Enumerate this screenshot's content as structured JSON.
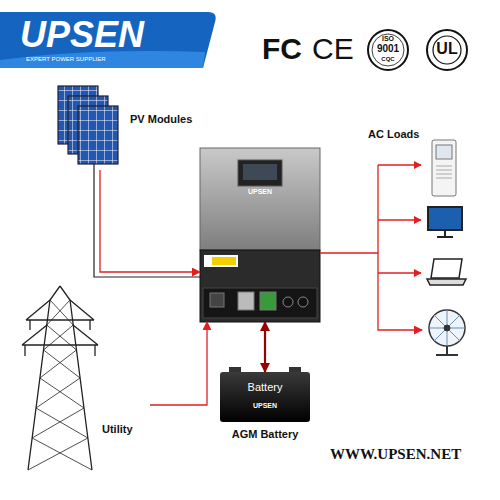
{
  "diagram": {
    "nodes": [
      {
        "text": [
          "PV Modules"
        ]
      },
      {
        "text": [
          "UPSEN"
        ]
      },
      {
        "text": [
          "AC Loads"
        ]
      },
      {
        "text": [
          "Utility"
        ]
      },
      {
        "text": [
          "Battery",
          "UPSEN",
          "AGM Battery"
        ]
      }
    ],
    "edges": [
      {
        "from": 0,
        "to": 1,
        "arrow": "to"
      },
      {
        "from": 3,
        "to": 1,
        "arrow": "to"
      },
      {
        "from": 1,
        "to": 4,
        "arrow": "both"
      },
      {
        "from": 1,
        "to": 2,
        "arrow": "to"
      }
    ],
    "labels": [
      "UPSEN",
      "EXPERT POWER SUPPLIER",
      "FC",
      "CE",
      "ISO",
      "9001",
      "CQC",
      "UL",
      "WWW.UPSEN.NET"
    ]
  }
}
